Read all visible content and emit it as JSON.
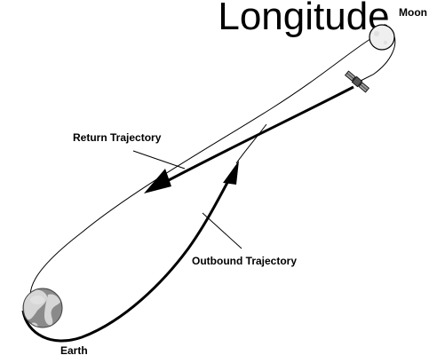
{
  "diagram": {
    "title": "Longitude",
    "labels": {
      "moon": "Moon",
      "earth": "Earth",
      "return_trajectory": "Return Trajectory",
      "outbound_trajectory": "Outbound Trajectory"
    },
    "icons": {
      "earth": "globe-icon",
      "moon": "moon-icon",
      "spacecraft": "satellite-icon"
    },
    "colors": {
      "line": "#000000",
      "earth_ocean": "#8a8a8a",
      "earth_land": "#d6d6d6",
      "moon_fill": "#efefef"
    }
  }
}
